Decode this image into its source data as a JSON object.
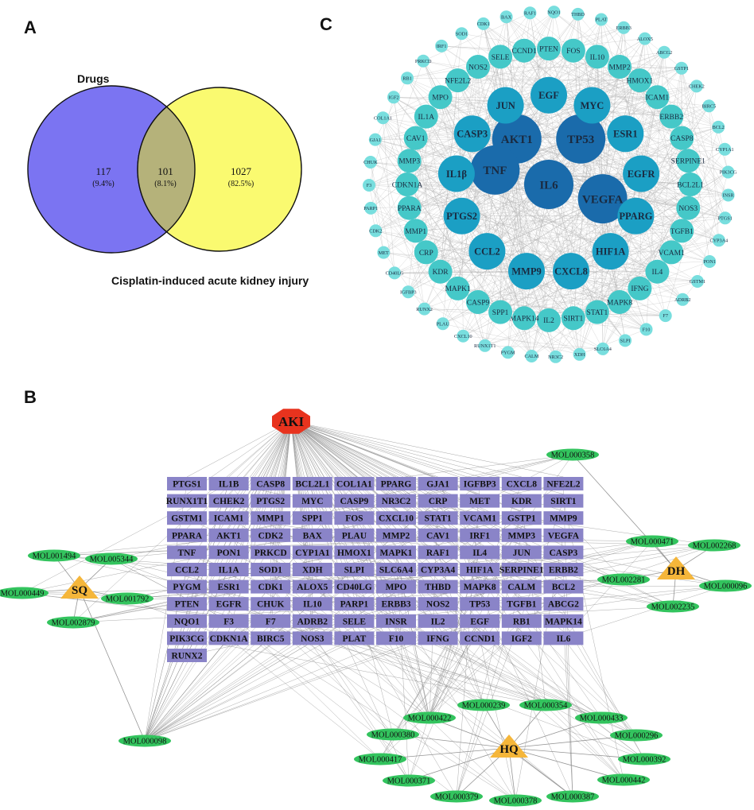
{
  "panels": {
    "A": "A",
    "B": "B",
    "C": "C"
  },
  "venn": {
    "set_left": "Drugs",
    "set_right": "Cisplatin-induced acute kidney injury",
    "left_only": {
      "count": "117",
      "percent": "(9.4%)"
    },
    "overlap": {
      "count": "101",
      "percent": "(8.1%)"
    },
    "right_only": {
      "count": "1027",
      "percent": "(82.5%)"
    },
    "colors": {
      "left": "#7b74f2",
      "right": "#fafa70",
      "overlap": "#b5b27a"
    }
  },
  "ppi_network": {
    "colors": {
      "high": "#1a6bab",
      "mid": "#1b9fc4",
      "low": "#45c8c8",
      "lowest": "#78dede",
      "edge": "#b0b0b0"
    },
    "tiers": [
      [
        "AKT1",
        "TP53",
        "IL6",
        "TNF",
        "VEGFA"
      ],
      [
        "EGF",
        "MYC",
        "ESR1",
        "EGFR",
        "PPARG",
        "HIF1A",
        "CXCL8",
        "MMP9",
        "CCL2",
        "PTGS2",
        "IL1β",
        "CASP3",
        "JUN"
      ],
      [
        "CCND1",
        "PTEN",
        "FOS",
        "IL10",
        "MMP2",
        "HMOX1",
        "ICAM1",
        "ERBB2",
        "CASP8",
        "SERPINE1",
        "BCL2L1",
        "NOS3",
        "TGFB1",
        "VCAM1",
        "IL4",
        "IFNG",
        "MAPK8",
        "STAT1",
        "SIRT1",
        "IL2",
        "MAPK14",
        "SPP1",
        "CASP9",
        "MAPK1",
        "KDR",
        "CRP",
        "MMP1",
        "PPARA",
        "CDKN1A",
        "MMP3",
        "CAV1",
        "IL1A",
        "MPO",
        "NFE2L2",
        "NOS2",
        "SELE"
      ],
      [
        "RAF1",
        "NQO1",
        "THBD",
        "PLAT",
        "ERBB3",
        "ALOX5",
        "ABCG2",
        "GSTP1",
        "CHEK2",
        "BIRC5",
        "BCL2",
        "CYP1A1",
        "PIK3CG",
        "INSR",
        "PTGS1",
        "CYP3A4",
        "PON1",
        "GSTM1",
        "ADRB2",
        "F7",
        "F10",
        "SLPI",
        "SLC6A4",
        "XDH",
        "NR3C2",
        "CALM",
        "PYGM",
        "RUNX1T1",
        "CXCL10",
        "PLAU",
        "RUNX2",
        "IGFBP3",
        "CD40LG",
        "MET",
        "CDK2",
        "PARP1",
        "F3",
        "CHUK",
        "GJA1",
        "COL1A1",
        "IGF2",
        "RB1",
        "PRKCD",
        "IRF1",
        "SOD1",
        "CDK1",
        "BAX"
      ]
    ]
  },
  "herb_network": {
    "disease": "AKI",
    "colors": {
      "disease": "#e8331e",
      "target": "#8a84c8",
      "compound": "#33c45e",
      "herb": "#f5b63a",
      "edge": "#8a8a8a"
    },
    "targets": [
      [
        "PTGS1",
        "IL1B",
        "CASP8",
        "BCL2L1",
        "COL1A1",
        "PPARG",
        "GJA1",
        "IGFBP3",
        "CXCL8",
        "NFE2L2"
      ],
      [
        "RUNX1T1",
        "CHEK2",
        "PTGS2",
        "MYC",
        "CASP9",
        "NR3C2",
        "CRP",
        "MET",
        "KDR",
        "SIRT1"
      ],
      [
        "GSTM1",
        "ICAM1",
        "MMP1",
        "SPP1",
        "FOS",
        "CXCL10",
        "STAT1",
        "VCAM1",
        "GSTP1",
        "MMP9"
      ],
      [
        "PPARA",
        "AKT1",
        "CDK2",
        "BAX",
        "PLAU",
        "MMP2",
        "CAV1",
        "IRF1",
        "MMP3",
        "VEGFA"
      ],
      [
        "TNF",
        "PON1",
        "PRKCD",
        "CYP1A1",
        "HMOX1",
        "MAPK1",
        "RAF1",
        "IL4",
        "JUN",
        "CASP3"
      ],
      [
        "CCL2",
        "IL1A",
        "SOD1",
        "XDH",
        "SLPI",
        "SLC6A4",
        "CYP3A4",
        "HIF1A",
        "SERPINE1",
        "ERBB2"
      ],
      [
        "PYGM",
        "ESR1",
        "CDK1",
        "ALOX5",
        "CD40LG",
        "MPO",
        "THBD",
        "MAPK8",
        "CALM",
        "BCL2"
      ],
      [
        "PTEN",
        "EGFR",
        "CHUK",
        "IL10",
        "PARP1",
        "ERBB3",
        "NOS2",
        "TP53",
        "TGFB1",
        "ABCG2"
      ],
      [
        "NQO1",
        "F3",
        "F7",
        "ADRB2",
        "SELE",
        "INSR",
        "IL2",
        "EGF",
        "RB1",
        "MAPK14"
      ],
      [
        "PIK3CG",
        "CDKN1A",
        "BIRC5",
        "NOS3",
        "PLAT",
        "F10",
        "IFNG",
        "CCND1",
        "IGF2",
        "IL6"
      ],
      [
        "RUNX2"
      ]
    ],
    "herbs": {
      "SQ": "SQ",
      "DH": "DH",
      "HQ": "HQ"
    },
    "compounds": {
      "SQ": [
        "MOL001494",
        "MOL005344",
        "MOL000449",
        "MOL001792",
        "MOL002879",
        "MOL000098"
      ],
      "DH": [
        "MOL000358",
        "MOL000471",
        "MOL002268",
        "MOL002281",
        "MOL000096",
        "MOL002235"
      ],
      "HQ": [
        "MOL000422",
        "MOL000239",
        "MOL000354",
        "MOL000433",
        "MOL000380",
        "MOL000296",
        "MOL000417",
        "MOL000392",
        "MOL000371",
        "MOL000442",
        "MOL000379",
        "MOL000378",
        "MOL000387"
      ]
    }
  }
}
